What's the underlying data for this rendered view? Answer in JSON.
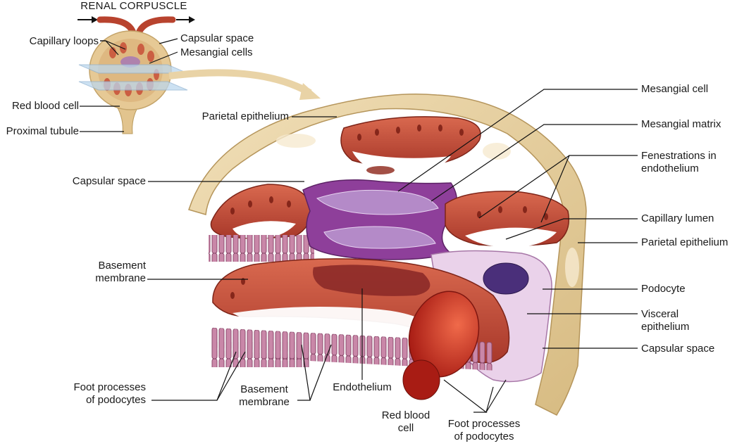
{
  "inset": {
    "title": "RENAL CORPUSCLE",
    "labels": {
      "capillary_loops": "Capillary loops",
      "capsular_space": "Capsular space",
      "mesangial_cells": "Mesangial cells",
      "red_blood_cell": "Red blood cell",
      "proximal_tubule": "Proximal tubule"
    }
  },
  "main": {
    "labels": {
      "parietal_epithelium_top": "Parietal epithelium",
      "capsular_space_left": "Capsular space",
      "basement_membrane_left": [
        "Basement",
        "membrane"
      ],
      "foot_processes_left": [
        "Foot processes",
        "of podocytes"
      ],
      "basement_membrane_bottom": [
        "Basement",
        "membrane"
      ],
      "endothelium": "Endothelium",
      "red_blood_cell": [
        "Red blood",
        "cell"
      ],
      "foot_processes_bottom": [
        "Foot processes",
        "of podocytes"
      ],
      "mesangial_cell": "Mesangial cell",
      "mesangial_matrix": "Mesangial matrix",
      "fenestrations": [
        "Fenestrations in",
        "endothelium"
      ],
      "capillary_lumen": "Capillary lumen",
      "parietal_epithelium_right": "Parietal epithelium",
      "podocyte": "Podocyte",
      "visceral_epithelium": [
        "Visceral",
        "epithelium"
      ],
      "capsular_space_right": "Capsular space"
    }
  },
  "colors": {
    "capsule": "#e9d3a6",
    "capsule_dark": "#c9a96a",
    "capillary": "#b8432e",
    "capillary_light": "#d9694f",
    "foot_process": "#c987a8",
    "mesangium": "#8e3f9a",
    "mesangial_matrix": "#b48ac8",
    "rbc": "#c82a1e",
    "podocyte": "#ead2ea",
    "podocyte_nucleus": "#4a2f7a"
  }
}
